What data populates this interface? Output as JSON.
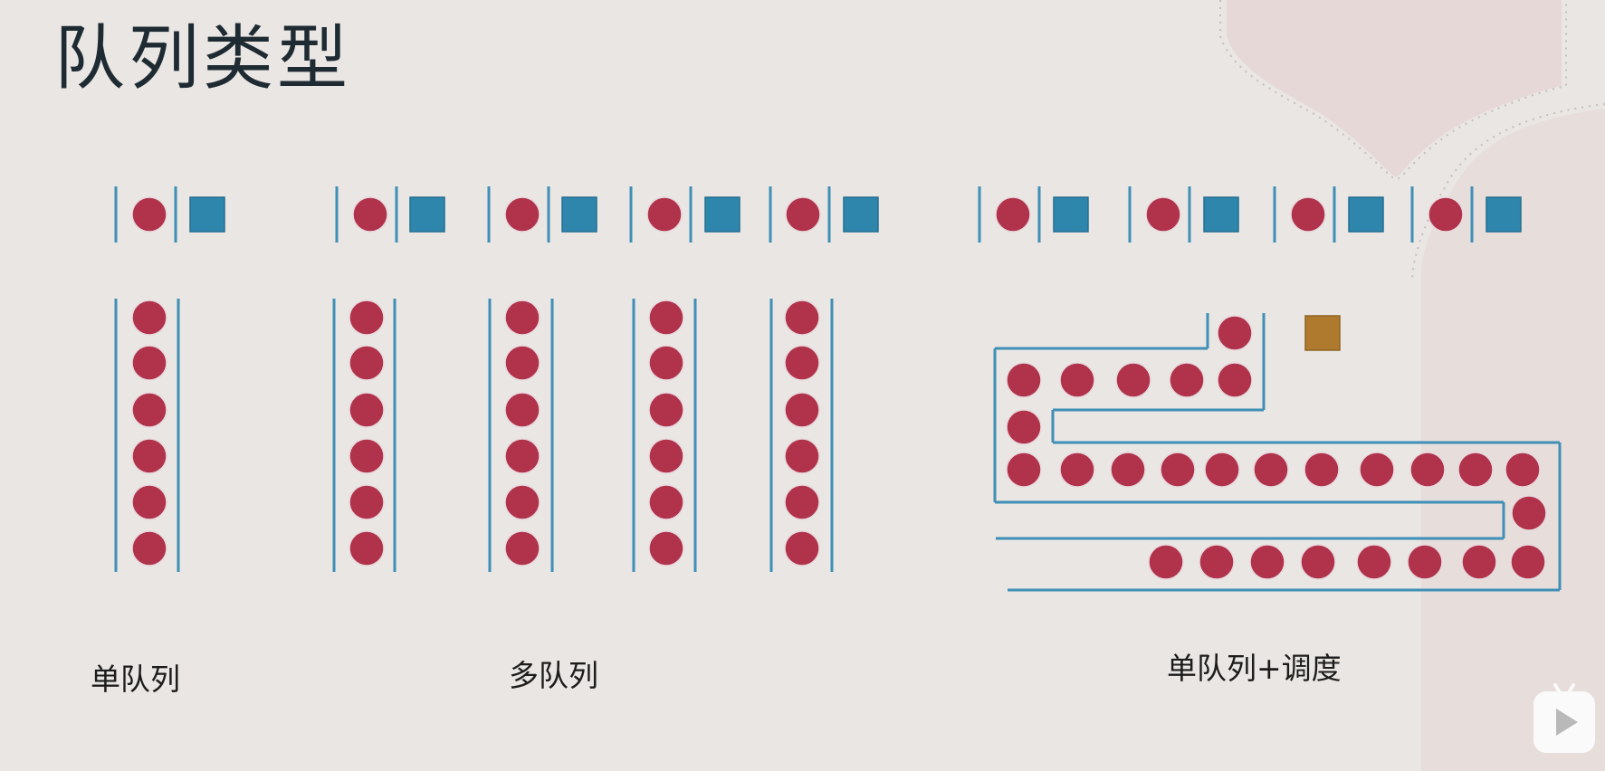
{
  "title": "队列类型",
  "labels": {
    "single": "单队列",
    "multi": "多队列",
    "scheduled": "单队列+调度"
  },
  "colors": {
    "background": "#e9e6e3",
    "customer": "#b0324b",
    "server": "#2e86ad",
    "dispatcher": "#b07a2e",
    "lane": "#3f8fb6"
  },
  "icons": {
    "play_badge": "play-icon"
  }
}
